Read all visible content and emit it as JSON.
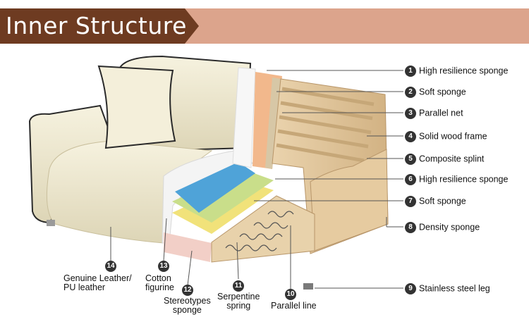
{
  "banner": {
    "title": "Inner Structure"
  },
  "callouts": [
    {
      "n": "1",
      "label": "High resilience sponge"
    },
    {
      "n": "2",
      "label": "Soft sponge"
    },
    {
      "n": "3",
      "label": "Parallel net"
    },
    {
      "n": "4",
      "label": "Solid wood frame"
    },
    {
      "n": "5",
      "label": "Composite splint"
    },
    {
      "n": "6",
      "label": "High resilience sponge"
    },
    {
      "n": "7",
      "label": "Soft sponge"
    },
    {
      "n": "8",
      "label": "Density sponge"
    },
    {
      "n": "9",
      "label": "Stainless steel leg"
    }
  ],
  "bottom_labels": [
    {
      "n": "14",
      "line1": "Genuine Leather/",
      "line2": "PU leather"
    },
    {
      "n": "13",
      "line1": "Cotton",
      "line2": "figurine"
    },
    {
      "n": "12",
      "line1": "Stereotypes",
      "line2": "sponge"
    },
    {
      "n": "11",
      "line1": "Serpentine",
      "line2": "spring"
    },
    {
      "n": "10",
      "line1": "Parallel line",
      "line2": ""
    }
  ],
  "colors": {
    "banner_tab": "#6e3b21",
    "banner_band": "#dca48c",
    "leather": "#efe9d2",
    "wood": "#e0c49a",
    "blue_sponge": "#4fa3d8",
    "green_sponge": "#c9de8a",
    "yellow_sponge": "#f1e27a",
    "pink_sponge": "#f2cfc7",
    "orange_sponge": "#f2b88c"
  }
}
